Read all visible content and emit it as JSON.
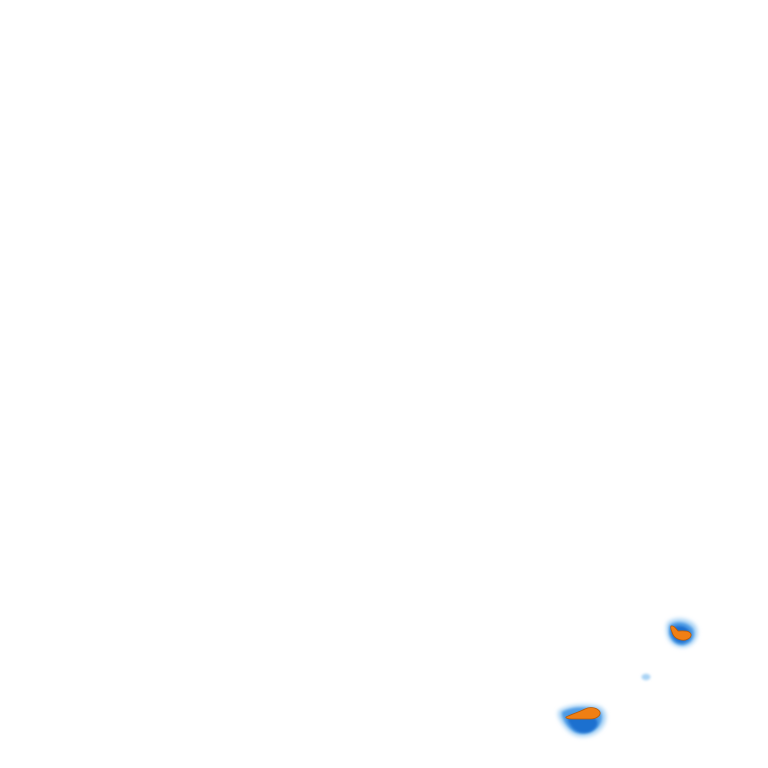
{
  "map": {
    "layer": "precipitation-radar",
    "colors": {
      "background": "#ffffff",
      "light": "#a9d3f5",
      "medium": "#4f9ce6",
      "heavy": "#1f6fcf",
      "intense": "#f07f14",
      "intense_outline": "#b85a08"
    },
    "cells": [
      {
        "name": "precip-cell-east",
        "intensity": "intense"
      },
      {
        "name": "precip-cell-small",
        "intensity": "light"
      },
      {
        "name": "precip-cell-south",
        "intensity": "intense"
      }
    ]
  }
}
